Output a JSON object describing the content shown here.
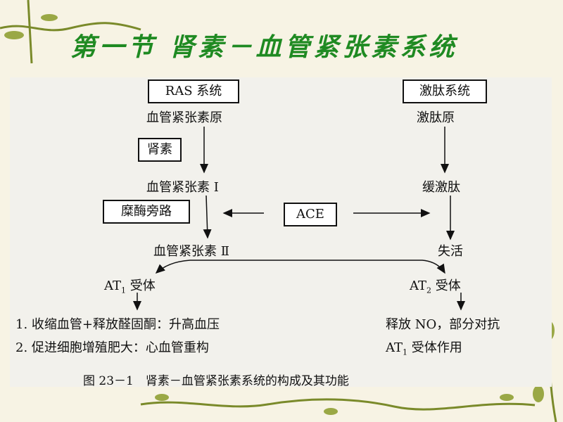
{
  "title": "第一节 肾素－血管紧张素系统",
  "diagram": {
    "ras_box": "RAS 系统",
    "kinin_box": "激肽系统",
    "angiotensinogen": "血管紧张素原",
    "kininogen": "激肽原",
    "renin_box": "肾素",
    "angiotensin_1": "血管紧张素 Ⅰ",
    "bradykinin": "缓激肽",
    "chymase_box": "糜酶旁路",
    "ace_box": "ACE",
    "angiotensin_2": "血管紧张素 Ⅱ",
    "inactivation": "失活",
    "at1_prefix": "AT",
    "at1_sub": "1",
    "at1_suffix": " 受体",
    "at2_prefix": "AT",
    "at2_sub": "2",
    "at2_suffix": " 受体",
    "effect_1": "1. 收缩血管+释放醛固酮：升高血压",
    "effect_2": "2. 促进细胞增殖肥大：心血管重构",
    "at2_effect_1": "释放 NO，部分对抗",
    "at2_effect_2_prefix": "AT",
    "at2_effect_2_sub": "1",
    "at2_effect_2_suffix": " 受体作用",
    "caption": "图 23－1　肾素－血管紧张素系统的构成及其功能"
  },
  "colors": {
    "title": "#1f8a22",
    "background": "#f7f3e4",
    "vine": "#7a8a2a"
  }
}
